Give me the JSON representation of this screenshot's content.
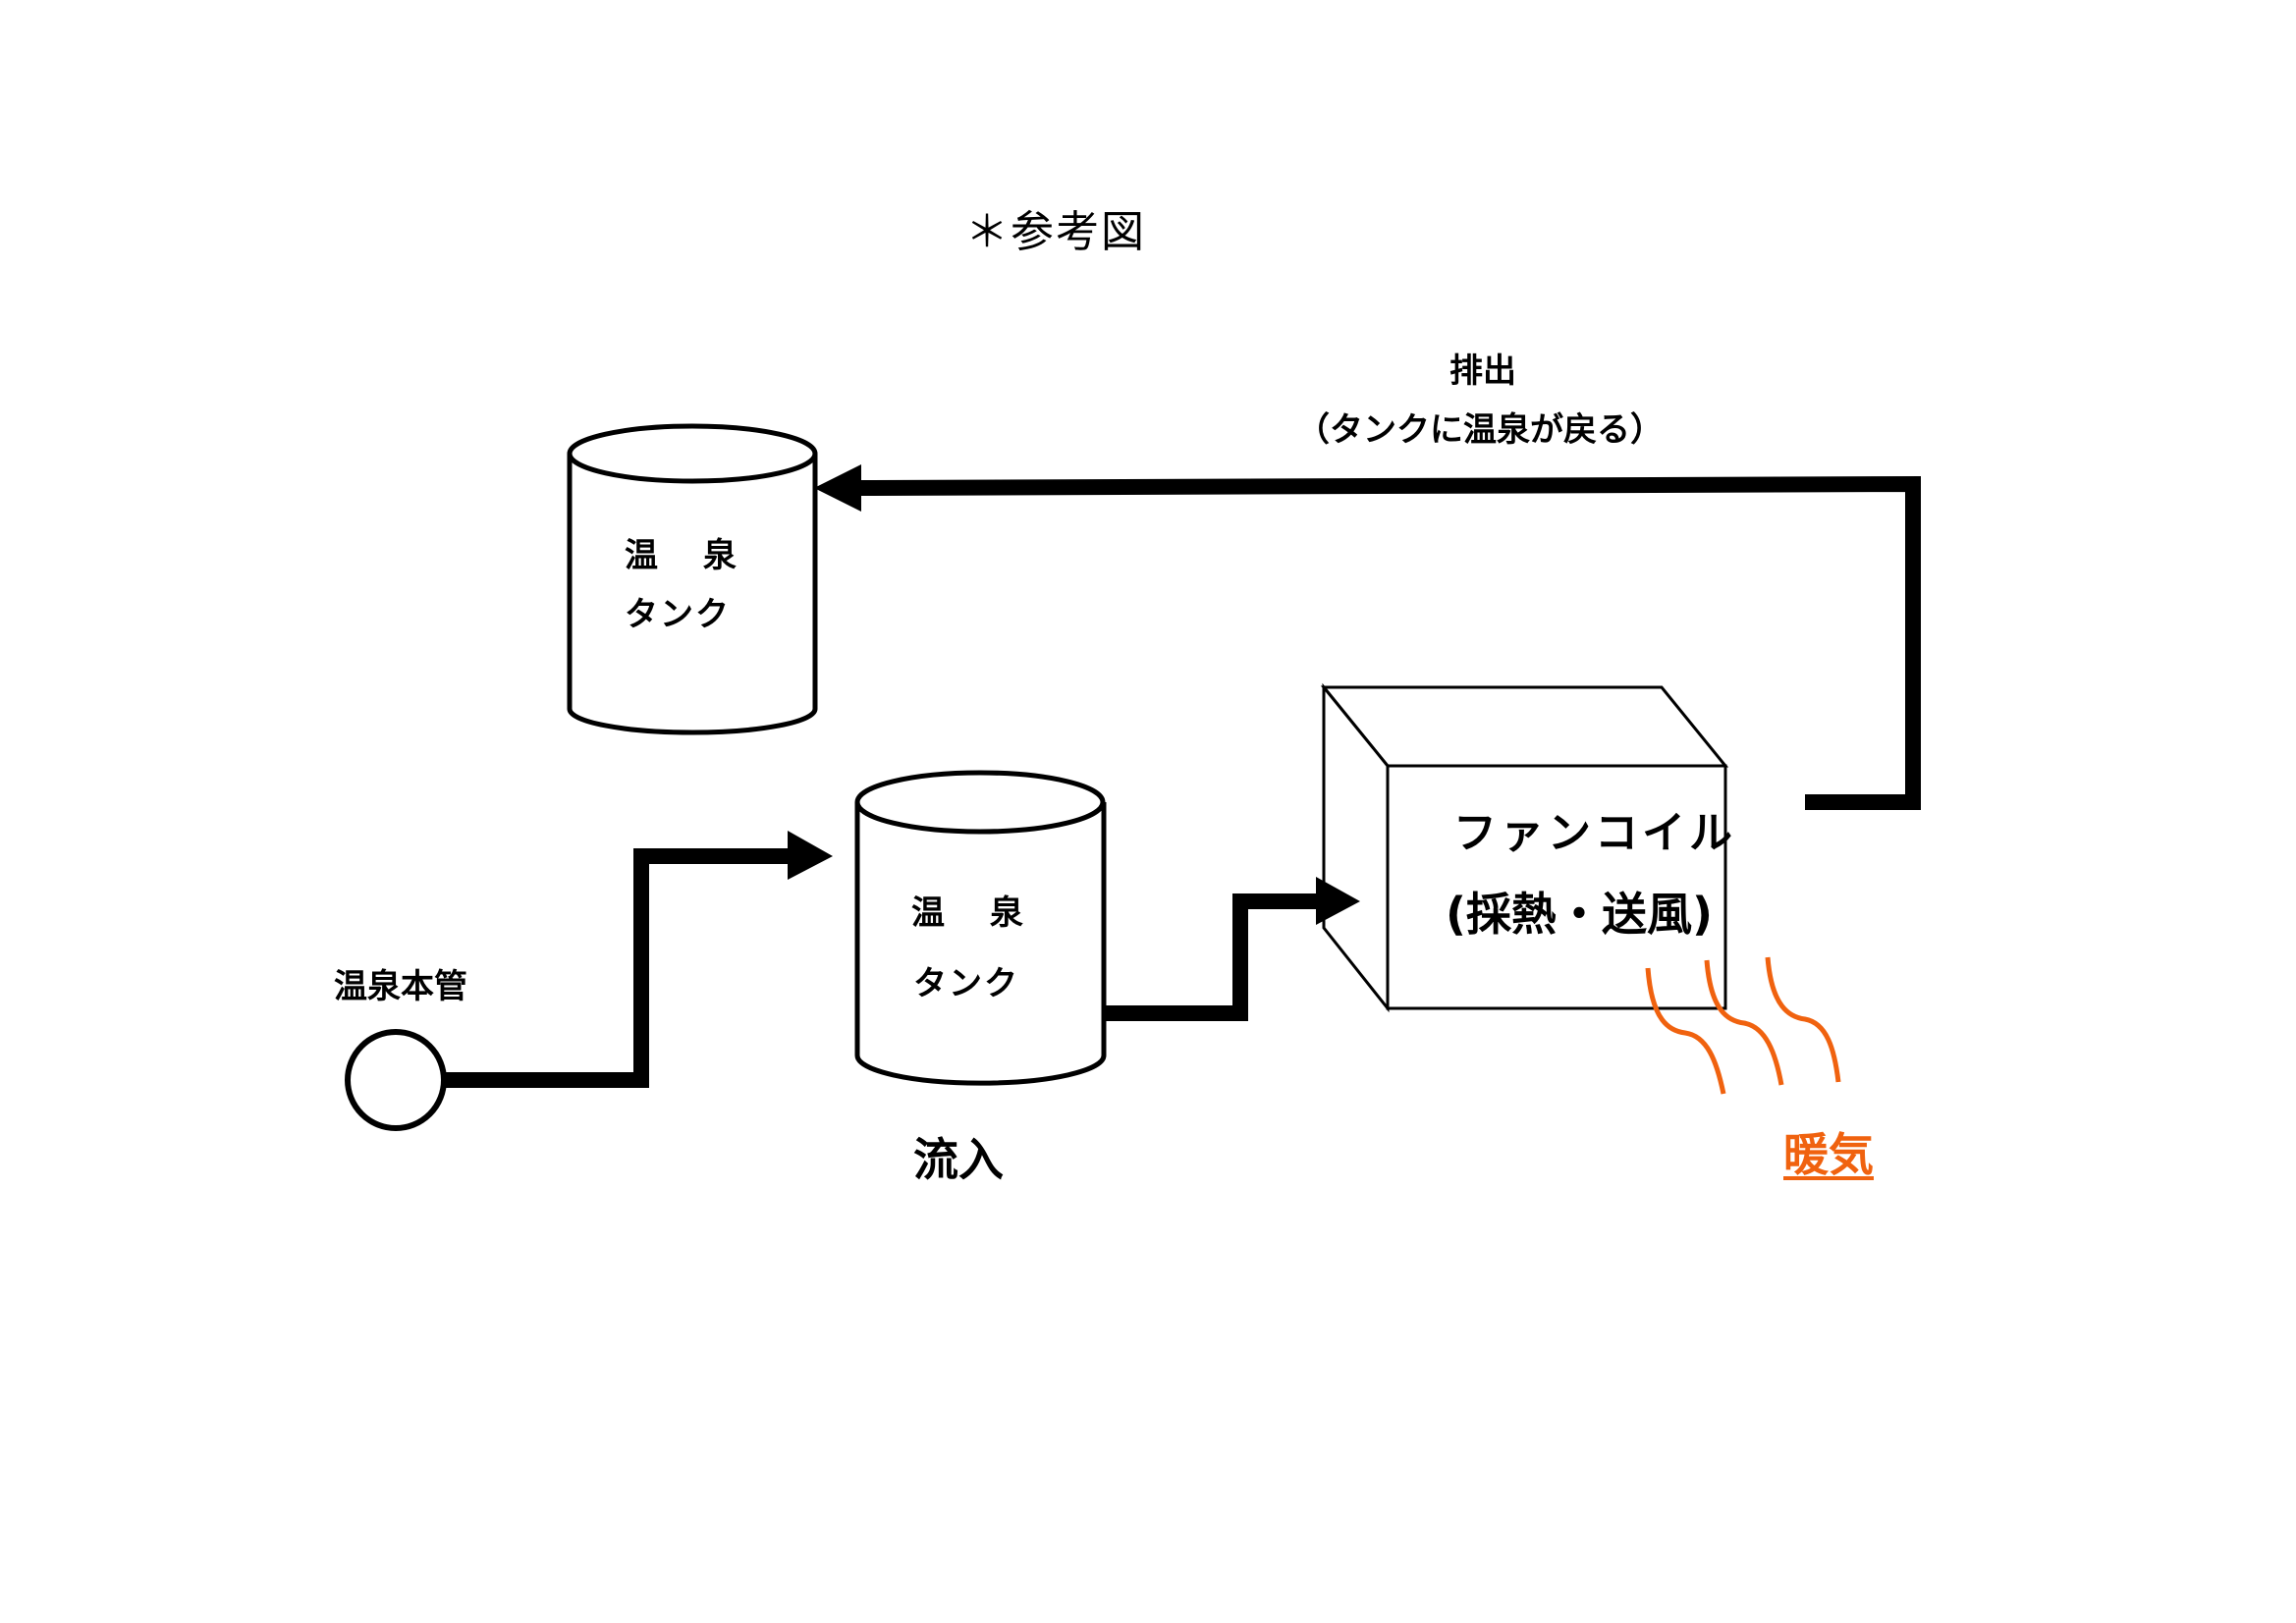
{
  "title": "＊参考図",
  "exhaust": {
    "label": "排出",
    "sublabel": "（タンクに温泉が戻る）"
  },
  "tanks": [
    {
      "line1": "温 泉",
      "line2": "タンク"
    },
    {
      "line1": "温 泉",
      "line2": "タンク"
    }
  ],
  "main_pipe": {
    "label": "温泉本管"
  },
  "inflow": {
    "label": "流入"
  },
  "fan_coil": {
    "line1": "ファンコイル",
    "line2": "(採熱・送風)"
  },
  "warm_air": {
    "label": "暖気"
  },
  "colors": {
    "line": "#000000",
    "warm_accent": "#f0620f",
    "background": "#ffffff"
  }
}
